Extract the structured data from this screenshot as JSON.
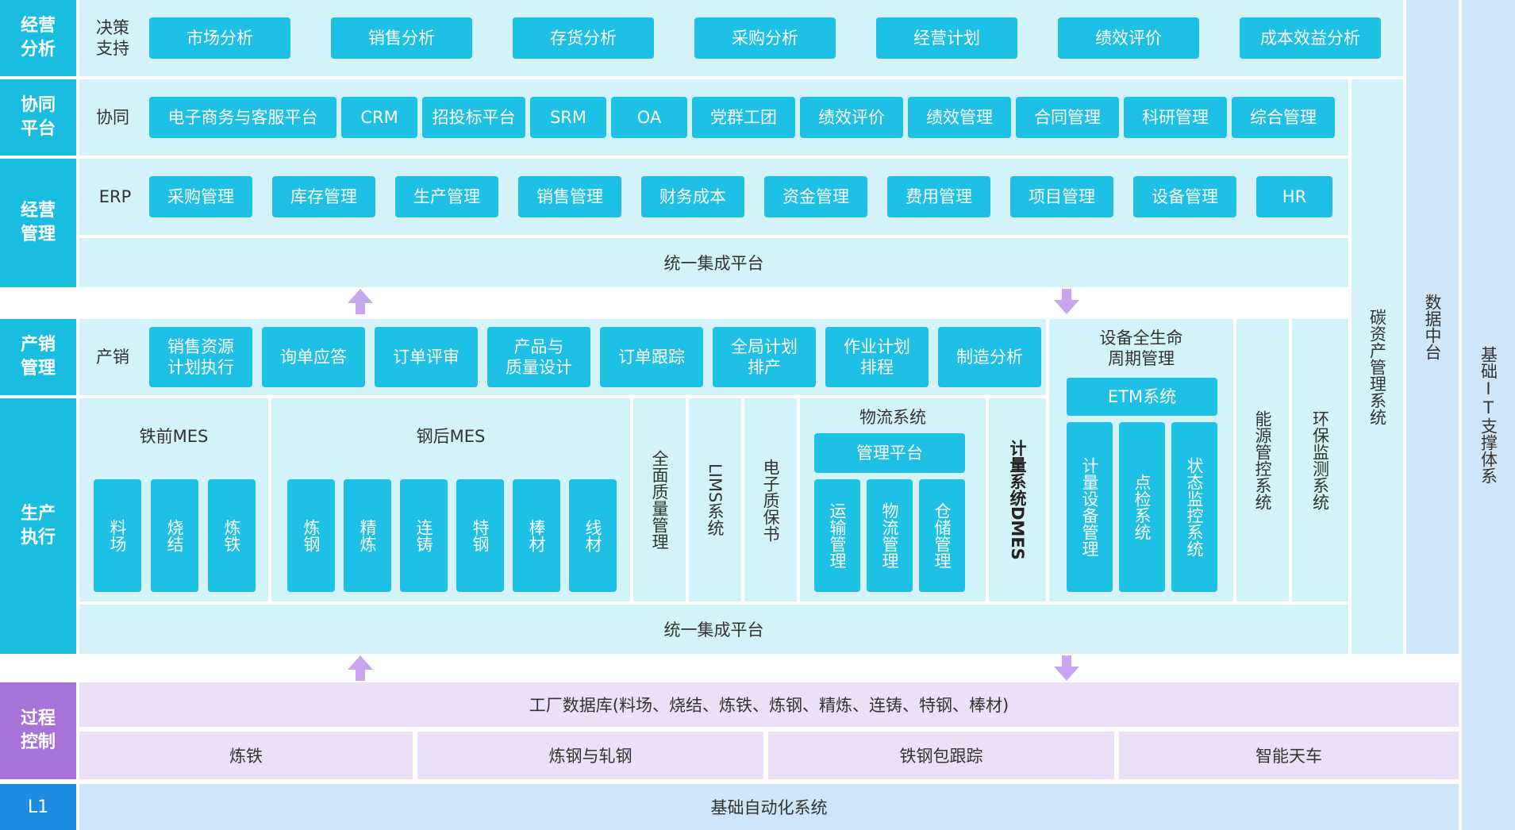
{
  "rows": {
    "decision": {
      "category": "经营\n分析",
      "label": "决策\n支持",
      "items": [
        "市场分析",
        "销售分析",
        "存货分析",
        "采购分析",
        "经营计划",
        "绩效评价",
        "成本效益分析"
      ]
    },
    "collab": {
      "category": "协同\n平台",
      "label": "协同",
      "items": [
        "电子商务与客服平台",
        "CRM",
        "招投标平台",
        "SRM",
        "OA",
        "党群工团",
        "绩效评价",
        "绩效管理",
        "合同管理",
        "科研管理",
        "综合管理"
      ]
    },
    "erp": {
      "category": "经营\n管理",
      "label": "ERP",
      "items": [
        "采购管理",
        "库存管理",
        "生产管理",
        "销售管理",
        "财务成本",
        "资金管理",
        "费用管理",
        "项目管理",
        "设备管理",
        "HR"
      ],
      "platform": "统一集成平台"
    },
    "prodsales": {
      "category": "产销\n管理",
      "label": "产销",
      "items": [
        "销售资源\n计划执行",
        "询单应答",
        "订单评审",
        "产品与\n质量设计",
        "订单跟踪",
        "全局计划\n排产",
        "作业计划\n排程",
        "制造分析"
      ]
    },
    "execution": {
      "category": "生产\n执行",
      "iron_mes": {
        "title": "铁前MES",
        "items": [
          "料场",
          "烧结",
          "炼铁"
        ]
      },
      "steel_mes": {
        "title": "钢后MES",
        "items": [
          "炼钢",
          "精炼",
          "连铸",
          "特钢",
          "棒材",
          "线材"
        ]
      },
      "quality": "全面质量管理",
      "lims": "LIMS系统",
      "ecert": "电子质保书",
      "logistics": {
        "title": "物流系统",
        "platform": "管理平台",
        "items": [
          "运输管理",
          "物流管理",
          "仓储管理"
        ]
      },
      "dmes": "计量系统DMES",
      "platform": "统一集成平台"
    },
    "equipment": {
      "title": "设备全生命\n周期管理",
      "etm": "ETM系统",
      "items": [
        "计量设备管理",
        "点检系统",
        "状态监控系统"
      ]
    },
    "energy": "能源管控系统",
    "env": "环保监测系统",
    "carbon": "碳资产管理系统",
    "data_center": "数据中台",
    "it_support": "基础IT支撑体系",
    "process": {
      "category": "过程\n控制",
      "database": "工厂数据库(料场、烧结、炼铁、炼钢、精炼、连铸、特钢、棒材)",
      "items": [
        "炼铁",
        "炼钢与轧钢",
        "铁钢包跟踪",
        "智能天车"
      ]
    },
    "l1": {
      "category": "L1",
      "system": "基础自动化系统"
    }
  },
  "colors": {
    "cyan": "#19bde0",
    "chip": "#1ec0e5",
    "band": "#d3f2f9",
    "purple": "#a773d8",
    "purple_light": "#ece0f8",
    "blue": "#1c8de3",
    "blue_light": "#cfe6f8",
    "arrow": "#c7a6ee"
  }
}
